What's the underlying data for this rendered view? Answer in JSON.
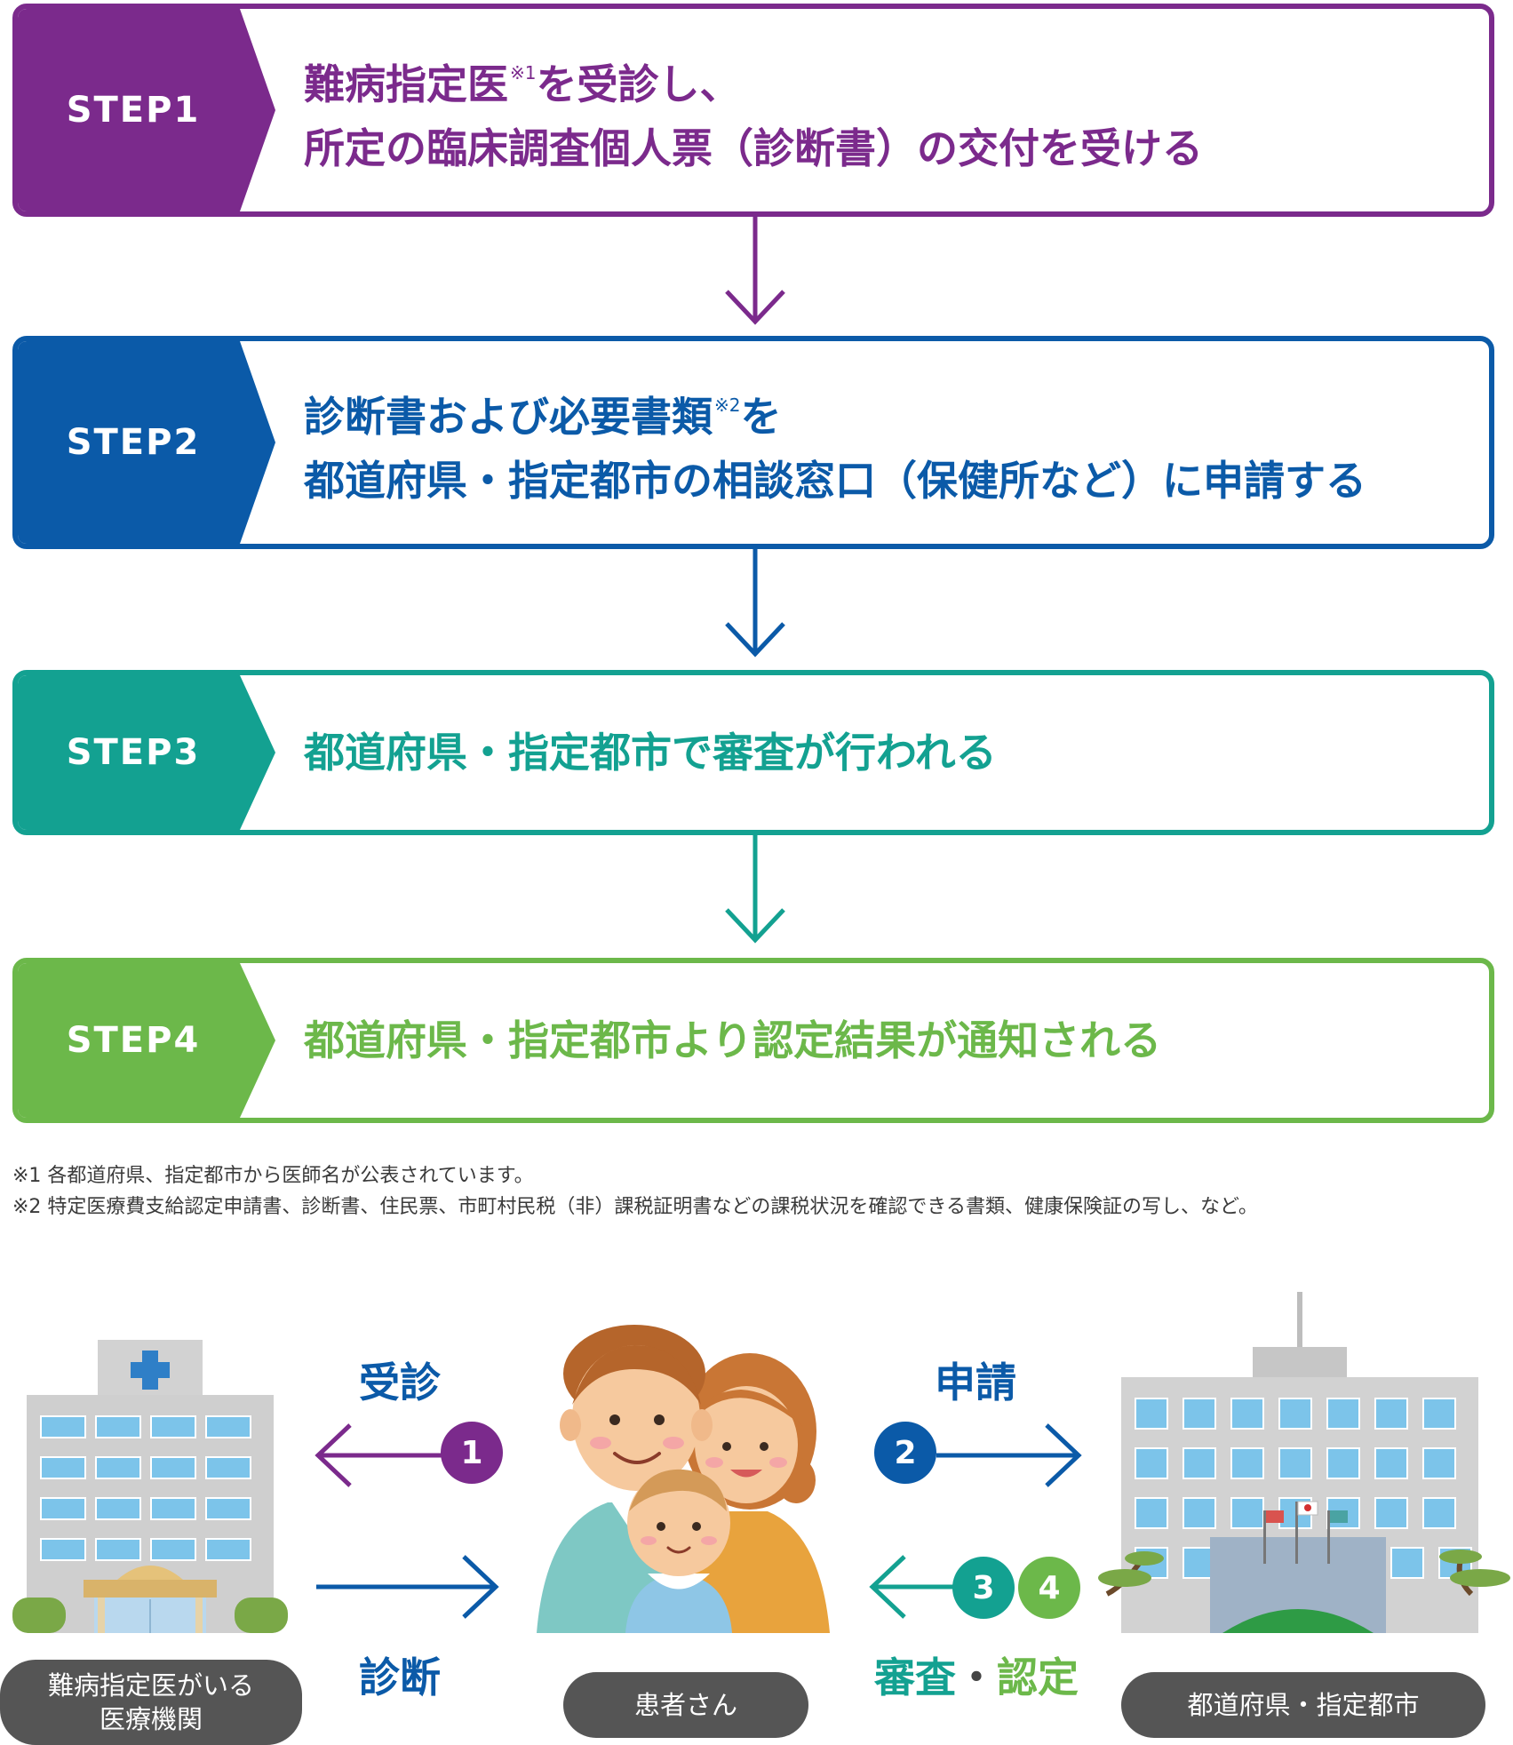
{
  "colors": {
    "step1": "#7b2a8c",
    "step2": "#0b5aa8",
    "step3": "#13a191",
    "step4": "#6cb84a",
    "pill": "#555555"
  },
  "steps": [
    {
      "badge": "STEP1",
      "line1": "難病指定医",
      "line1_sup": "※1",
      "line1_rest": "を受診し、",
      "line2": "所定の臨床調査個人票（診断書）の交付を受ける"
    },
    {
      "badge": "STEP2",
      "line1": "診断書および必要書類",
      "line1_sup": "※2",
      "line1_rest": "を",
      "line2": "都道府県・指定都市の相談窓口（保健所など）に申請する"
    },
    {
      "badge": "STEP3",
      "line1": "都道府県・指定都市で審査が行われる"
    },
    {
      "badge": "STEP4",
      "line1": "都道府県・指定都市より認定結果が通知される"
    }
  ],
  "notes": [
    "※1 各都道府県、指定都市から医師名が公表されています。",
    "※2 特定医療費支給認定申請書、診断書、住民票、市町村民税（非）課税証明書などの課税状況を確認できる書類、健康保険証の写し、など。"
  ],
  "flow": {
    "label_jushin": "受診",
    "label_shindan": "診断",
    "label_shinsei": "申請",
    "label_shinsa": "審査",
    "label_dot": "・",
    "label_nintei": "認定",
    "num1": "1",
    "num2": "2",
    "num3": "3",
    "num4": "4",
    "hospital_line1": "難病指定医がいる",
    "hospital_line2": "医療機関",
    "patient": "患者さん",
    "government": "都道府県・指定都市"
  }
}
